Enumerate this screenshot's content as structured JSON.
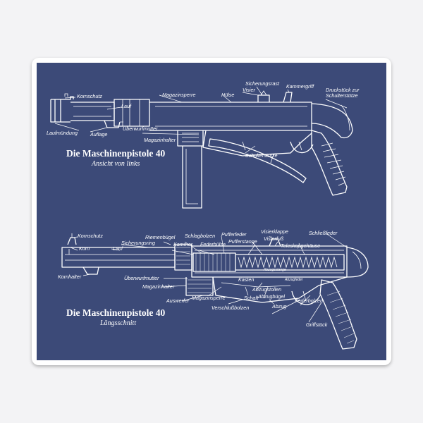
{
  "colors": {
    "background": "#3c4a78",
    "lines": "#ffffff",
    "sticker_border": "#ffffff"
  },
  "top_view": {
    "title": "Die Maschinenpistole 40",
    "subtitle": "Ansicht von links",
    "labels": {
      "kornschutz": "Kornschutz",
      "lauf": "Lauf",
      "laufmuendung": "Laufmündung",
      "auflage": "Auflage",
      "ueberwurfmutter": "Überwurfmutter",
      "magazinhalter": "Magazinhalter",
      "magazinsperre": "Magazinsperre",
      "huelse": "Hülse",
      "sicherungsrast": "Sicherungsrast",
      "visier": "Visier",
      "kammergriff": "Kammergriff",
      "druckstueck": "Druckstück zur",
      "druckstueck2": "Schulterstütze",
      "schulterstuetze": "Schulterstütze"
    }
  },
  "bottom_view": {
    "title": "Die Maschinenpistole 40",
    "subtitle": "Längsschnitt",
    "labels": {
      "kornschutz": "Kornschutz",
      "korn": "Korn",
      "lauf": "Lauf",
      "kornhalter": "Kornhalter",
      "sicherungsring": "Sicherungsring",
      "riemenbuegel": "Riemenbügel",
      "kammer": "Kammer",
      "schlagbolzen": "Schlagbolzen",
      "federhuelse": "Federhülse",
      "pufferfeder": "Pufferfeder",
      "pufferstange": "Pufferstange",
      "visierklappe": "Visierklappe",
      "visierfuss": "Visierfuß",
      "teleskopgehaeuse": "Teleskopgehäuse",
      "schliessfeder": "Schließfeder",
      "ueberwurfmutter": "Überwurfmutter",
      "magazinhalter": "Magazinhalter",
      "auswerfer": "Auswerfer",
      "magazinsperre": "Magazinsperre",
      "schaft": "Schaft",
      "verschlussbolzen": "Verschlußbolzen",
      "kasten": "Kasten",
      "abzugstollen": "Abzugstollen",
      "abzugbuegel": "Abzugbügel",
      "abzug": "Abzug",
      "federbolzen": "Federbolzen",
      "griffstueck": "Griffstück",
      "abzugfeder": "Abzugfeder",
      "abzugsstange": "Abzugsstange"
    }
  }
}
